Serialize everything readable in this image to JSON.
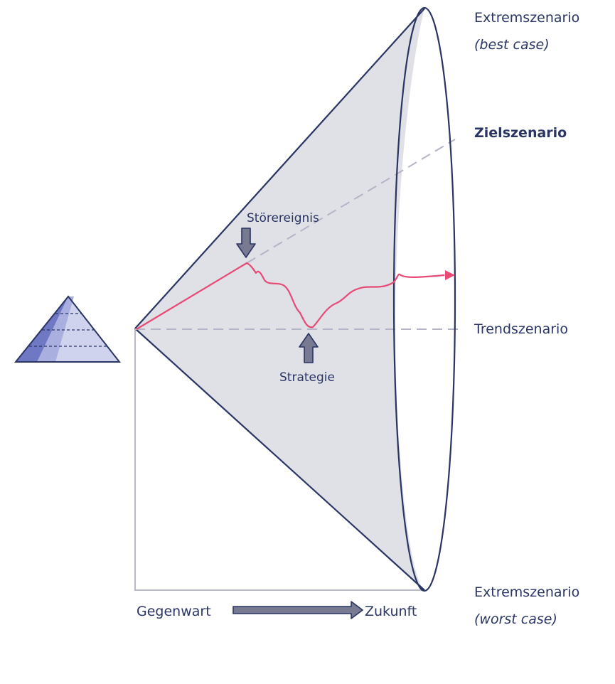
{
  "labels": {
    "best_case_title": "Extremszenario",
    "best_case_sub": "(best case)",
    "target": "Zielszenario",
    "trend": "Trendszenario",
    "worst_case_title": "Extremszenario",
    "worst_case_sub": "(worst case)",
    "disruption": "Störereignis",
    "strategy": "Strategie",
    "present": "Gegenwart",
    "future": "Zukunft"
  },
  "colors": {
    "outline": "#2a3563",
    "cone_fill": "#e0e1e7",
    "dashed": "#b3b4c6",
    "path": "#e84a75",
    "arrow_fill": "#777a91",
    "axis": "#b9bac8",
    "pyramid_light": "#cfd3ee",
    "pyramid_mid": "#a9b0e0",
    "pyramid_dark": "#6f78c2"
  },
  "icons": {
    "pyramid": "pyramid-icon",
    "disruption_arrow": "down-arrow-icon",
    "strategy_arrow": "up-arrow-icon",
    "time_arrow": "right-arrow-icon"
  }
}
